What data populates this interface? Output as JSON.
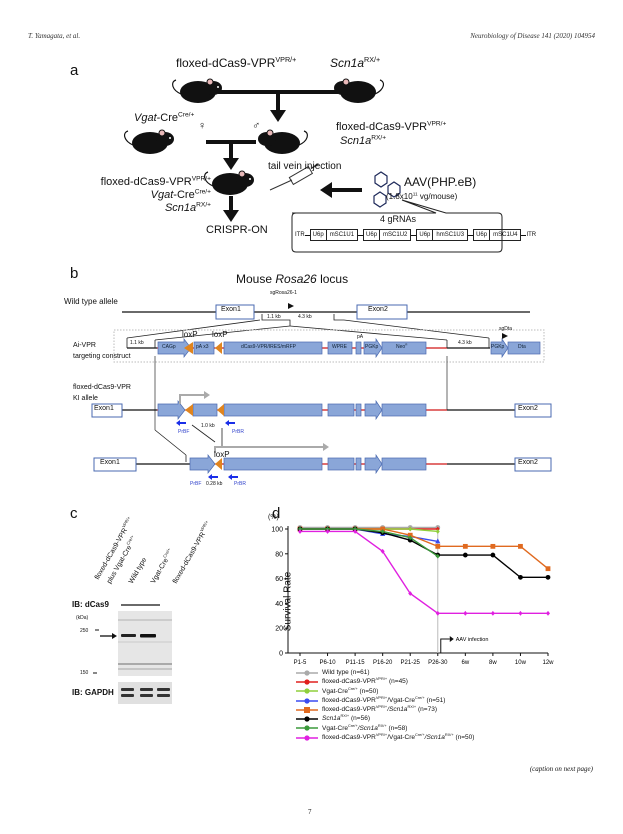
{
  "header": {
    "authors": "T. Yamagata, et al.",
    "journal": "Neurobiology of Disease 141 (2020) 104954"
  },
  "panel_a": {
    "label": "a",
    "parent1": {
      "name": "floxed-dCas9-VPR",
      "sup": "VPR/+"
    },
    "parent2": {
      "name": "Scn1a",
      "sup": "RX/+"
    },
    "female": {
      "name_it": "Vgat",
      "name": "-Cre",
      "sup": "Cre/+",
      "symbol": "♀"
    },
    "male_symbol": "♂",
    "male": {
      "line1": "floxed-dCas9-VPR",
      "line1_sup": "VPR/+",
      "line2": "Scn1a",
      "line2_sup": "RX/+"
    },
    "offspring": {
      "line1": "floxed-dCas9-VPR",
      "line1_sup": "VPR/+",
      "line2_it": "Vgat",
      "line2": "-Cre",
      "line2_sup": "Cre/+",
      "line3": "Scn1a",
      "line3_sup": "RX/+"
    },
    "injection": "tail vein injection",
    "aav": "AAV(PHP.eB)",
    "dose": "(1.8x10",
    "dose_sup": "11",
    "dose_end": " vg/mouse)",
    "result": "CRISPR-ON",
    "grna_title": "4 gRNAs",
    "cassette": [
      "ITR",
      "U6p",
      "mSC1U1",
      "U6p",
      "mSC1U2",
      "U6p",
      "hmSC1U3",
      "U6p",
      "mSC1U4",
      "ITR"
    ]
  },
  "panel_b": {
    "label": "b",
    "title_pre": "Mouse ",
    "title_it": "Rosa26",
    "title_post": " locus",
    "wt_label": "Wild type allele",
    "sg_label": "sgRosa26-1",
    "exon1": "Exon1",
    "exon2": "Exon2",
    "kb1": "1.1 kb",
    "kb2": "4.3 kb",
    "construct_label1": "Ai-VPR",
    "construct_label2": "targeting construct",
    "loxp": "loxP",
    "pa": "pA",
    "sgdta": "sgDta",
    "elements": [
      "CAGp",
      "pA x3",
      "dCas9-VPR/IRES/mRFP",
      "WPRE",
      "PGKp",
      "Neo",
      "PGKp",
      "Dta"
    ],
    "neo_sup": "R",
    "ki_label1": "floxed-dCas9-VPR",
    "ki_label2": "KI allele",
    "prbf": "PrBF",
    "prbr": "PrBR",
    "kb_ki": "1.0 kb",
    "kb_rec": "0.28 kb"
  },
  "panel_c": {
    "label": "c",
    "lanes": [
      {
        "line1": "floxed-dCas9-VPR",
        "sup1": "VPR/+",
        "line2": "plus Vgat-Cre",
        "sup2": "Cre/+"
      },
      {
        "line1": "Wild type"
      },
      {
        "line1": "Vgat-Cre",
        "sup1": "Cre/+"
      },
      {
        "line1": "floxed-dCas9-VPR",
        "sup1": "VPR/+"
      }
    ],
    "ib1": "IB: dCas9",
    "ib2": "IB: GAPDH",
    "kda": "(kDa)",
    "m250": "250",
    "m150": "150"
  },
  "chart_data": {
    "type": "line",
    "title": "",
    "panel_label": "d",
    "ylabel": "Survival Rate",
    "yunit": "(%)",
    "xlabel": "",
    "ylim": [
      0,
      100
    ],
    "yticks": [
      0,
      20,
      40,
      60,
      80,
      100
    ],
    "categories": [
      "P1-5",
      "P6-10",
      "P11-15",
      "P16-20",
      "P21-25",
      "P26-30",
      "6w",
      "8w",
      "10w",
      "12w"
    ],
    "annotation": "AAV infection",
    "annotation_x": "P26-30",
    "legend_position": "bottom",
    "series": [
      {
        "name": "Wild type (n=61)",
        "color": "#aaaaaa",
        "marker": "circle",
        "values": [
          100,
          100,
          100,
          100,
          100,
          100,
          null,
          null,
          null,
          null
        ]
      },
      {
        "name": "floxed-dCas9-VPR^VPR/+ (n=45)",
        "color": "#e0201e",
        "marker": "diamond",
        "values": [
          100,
          100,
          100,
          100,
          100,
          100,
          null,
          null,
          null,
          null
        ]
      },
      {
        "name": "Vgat-Cre^Cre/+ (n=50)",
        "color": "#8fcf3c",
        "marker": "diamond",
        "values": [
          100,
          100,
          100,
          100,
          100,
          98,
          null,
          null,
          null,
          null
        ]
      },
      {
        "name": "floxed-dCas9-VPR^VPR/+/Vgat-Cre^Cre/+ (n=51)",
        "color": "#3b4cf0",
        "marker": "triangle",
        "values": [
          100,
          100,
          100,
          96,
          94,
          90,
          null,
          null,
          null,
          null
        ]
      },
      {
        "name": "floxed-dCas9-VPR^VPR/+/Scn1a^RX/+ (n=73)",
        "color": "#e06a20",
        "marker": "square",
        "values": [
          100,
          100,
          100,
          100,
          95,
          86,
          86,
          86,
          86,
          68
        ]
      },
      {
        "name": "Scn1a^RX/+ (n=56)",
        "color": "#000000",
        "marker": "circle",
        "values": [
          100,
          100,
          100,
          97,
          91,
          79,
          79,
          79,
          61,
          61
        ]
      },
      {
        "name": "Vgat-Cre^Cre/+/Scn1a^RX/+ (n=58)",
        "color": "#3c9a3c",
        "marker": "diamond",
        "values": [
          100,
          100,
          100,
          98,
          93,
          78,
          null,
          null,
          null,
          null
        ]
      },
      {
        "name": "floxed-dCas9-VPR^VPR/+/Vgat-Cre^Cre/+/Scn1a^RX/+ (n=50)",
        "color": "#e020e0",
        "marker": "diamond",
        "values": [
          98,
          98,
          98,
          82,
          48,
          32,
          32,
          32,
          32,
          32
        ]
      }
    ]
  },
  "legend": [
    {
      "pre": "Wild type (n=61)"
    },
    {
      "pre": "floxed-dCas9-VPR",
      "s1": "VPR/+",
      "post": " (n=45)"
    },
    {
      "pre": "Vgat-Cre",
      "s1": "Cre/+",
      "post": " (n=50)"
    },
    {
      "pre": "floxed-dCas9-VPR",
      "s1": "VPR/+",
      "mid": "/Vgat-Cre",
      "s2": "Cre/+",
      "post": " (n=51)"
    },
    {
      "pre": "floxed-dCas9-VPR",
      "s1": "VPR/+",
      "mid": "/Scn1a",
      "s2": "RX/+",
      "post": " (n=73)"
    },
    {
      "pre": "Scn1a",
      "s1": "RX/+",
      "post": " (n=56)"
    },
    {
      "pre": "Vgat-Cre",
      "s1": "Cre/+",
      "mid": "/Scn1a",
      "s2": "RX/+",
      "post": " (n=58)"
    },
    {
      "pre": "floxed-dCas9-VPR",
      "s1": "VPR/+",
      "mid": "/Vgat-Cre",
      "s2": "Cre/+",
      "mid2": "/Scn1a",
      "s3": "RX/+",
      "post": " (n=50)"
    }
  ],
  "footer": {
    "caption_note": "(caption on next page)",
    "page_number": "7"
  }
}
